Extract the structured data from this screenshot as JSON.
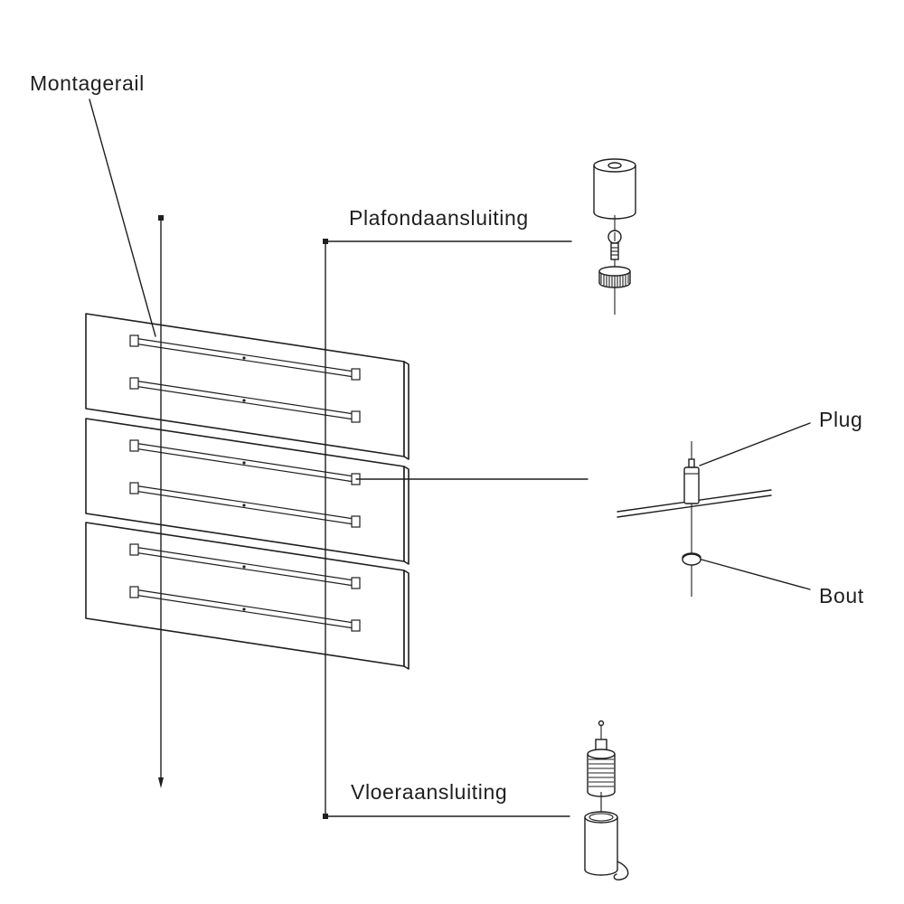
{
  "diagram": {
    "title_implicit": "Montagerail assembly diagram",
    "labels": {
      "montagerail": "Montagerail",
      "plafondaansluiting": "Plafondaansluiting",
      "vloeraansluiting": "Vloeraansluiting",
      "plug": "Plug",
      "bout": "Bout"
    },
    "colors": {
      "line": "#1f1f1f",
      "background": "#ffffff"
    }
  }
}
